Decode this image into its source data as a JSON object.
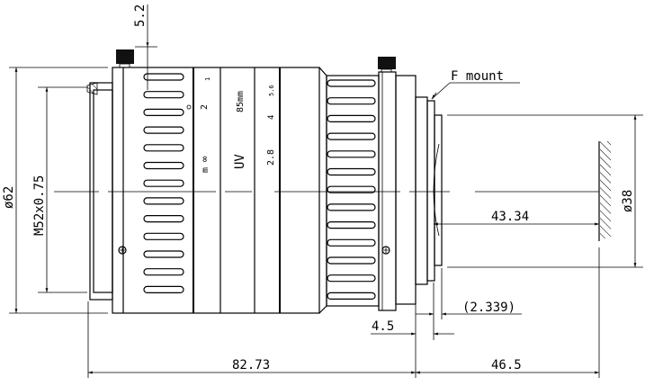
{
  "drawing": {
    "callouts": {
      "mount": "F mount"
    },
    "dimensions": {
      "outer_diameter": "ø62",
      "filter_thread": "M52x0.75",
      "top_offset": "5.2",
      "lens_length": "82.73",
      "back_focus": "46.5",
      "flange_to_sensor": "43.34",
      "image_circle": "ø38",
      "mount_thickness": "4.5",
      "reference": "(2.339)"
    },
    "lens_markings": {
      "focus_scale": [
        "1",
        "2",
        "∞",
        "m"
      ],
      "focal_length": "85mm",
      "filter": "UV",
      "aperture_scale": [
        "5.6",
        "4",
        "2.8"
      ]
    }
  }
}
